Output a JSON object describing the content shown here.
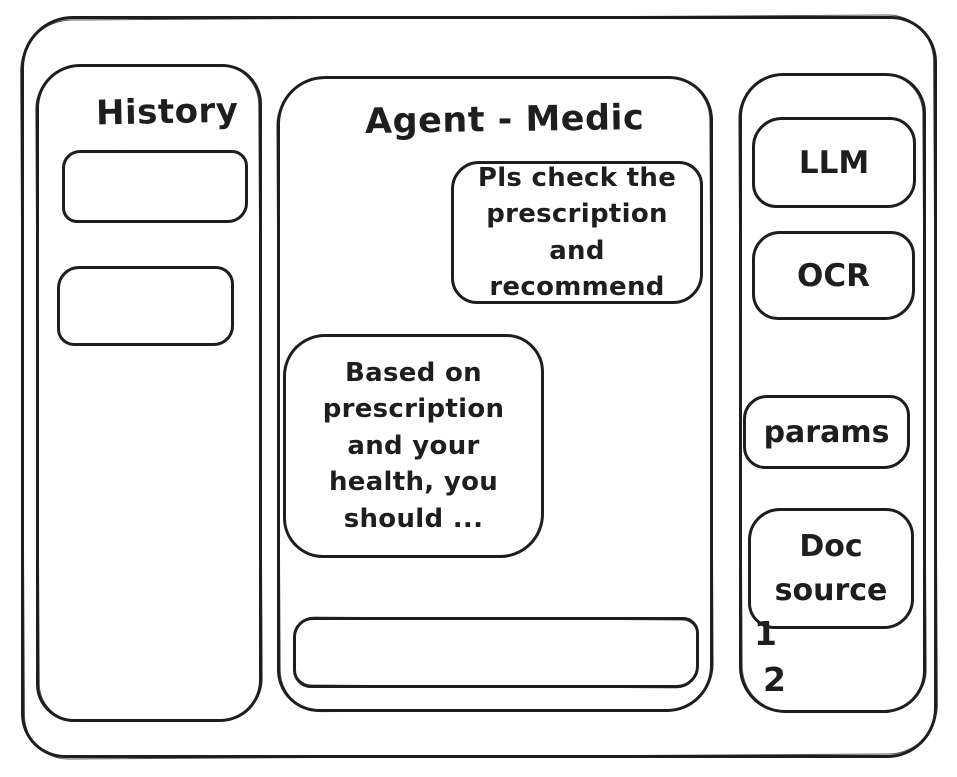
{
  "window": {
    "background": "#ffffff",
    "ink_color": "#1e1e1e"
  },
  "history_panel": {
    "title": "History",
    "items": [
      "",
      ""
    ]
  },
  "chat_panel": {
    "title": "Agent - Medic",
    "messages": [
      {
        "role": "user",
        "text": "Pls check the prescription and recommend"
      },
      {
        "role": "assistant",
        "text": "Based on prescription and your health, you should ..."
      }
    ],
    "input_value": ""
  },
  "tools_panel": {
    "buttons": [
      "LLM",
      "OCR",
      "params",
      "Doc source"
    ],
    "doc_source_items": [
      "1",
      "2"
    ]
  }
}
